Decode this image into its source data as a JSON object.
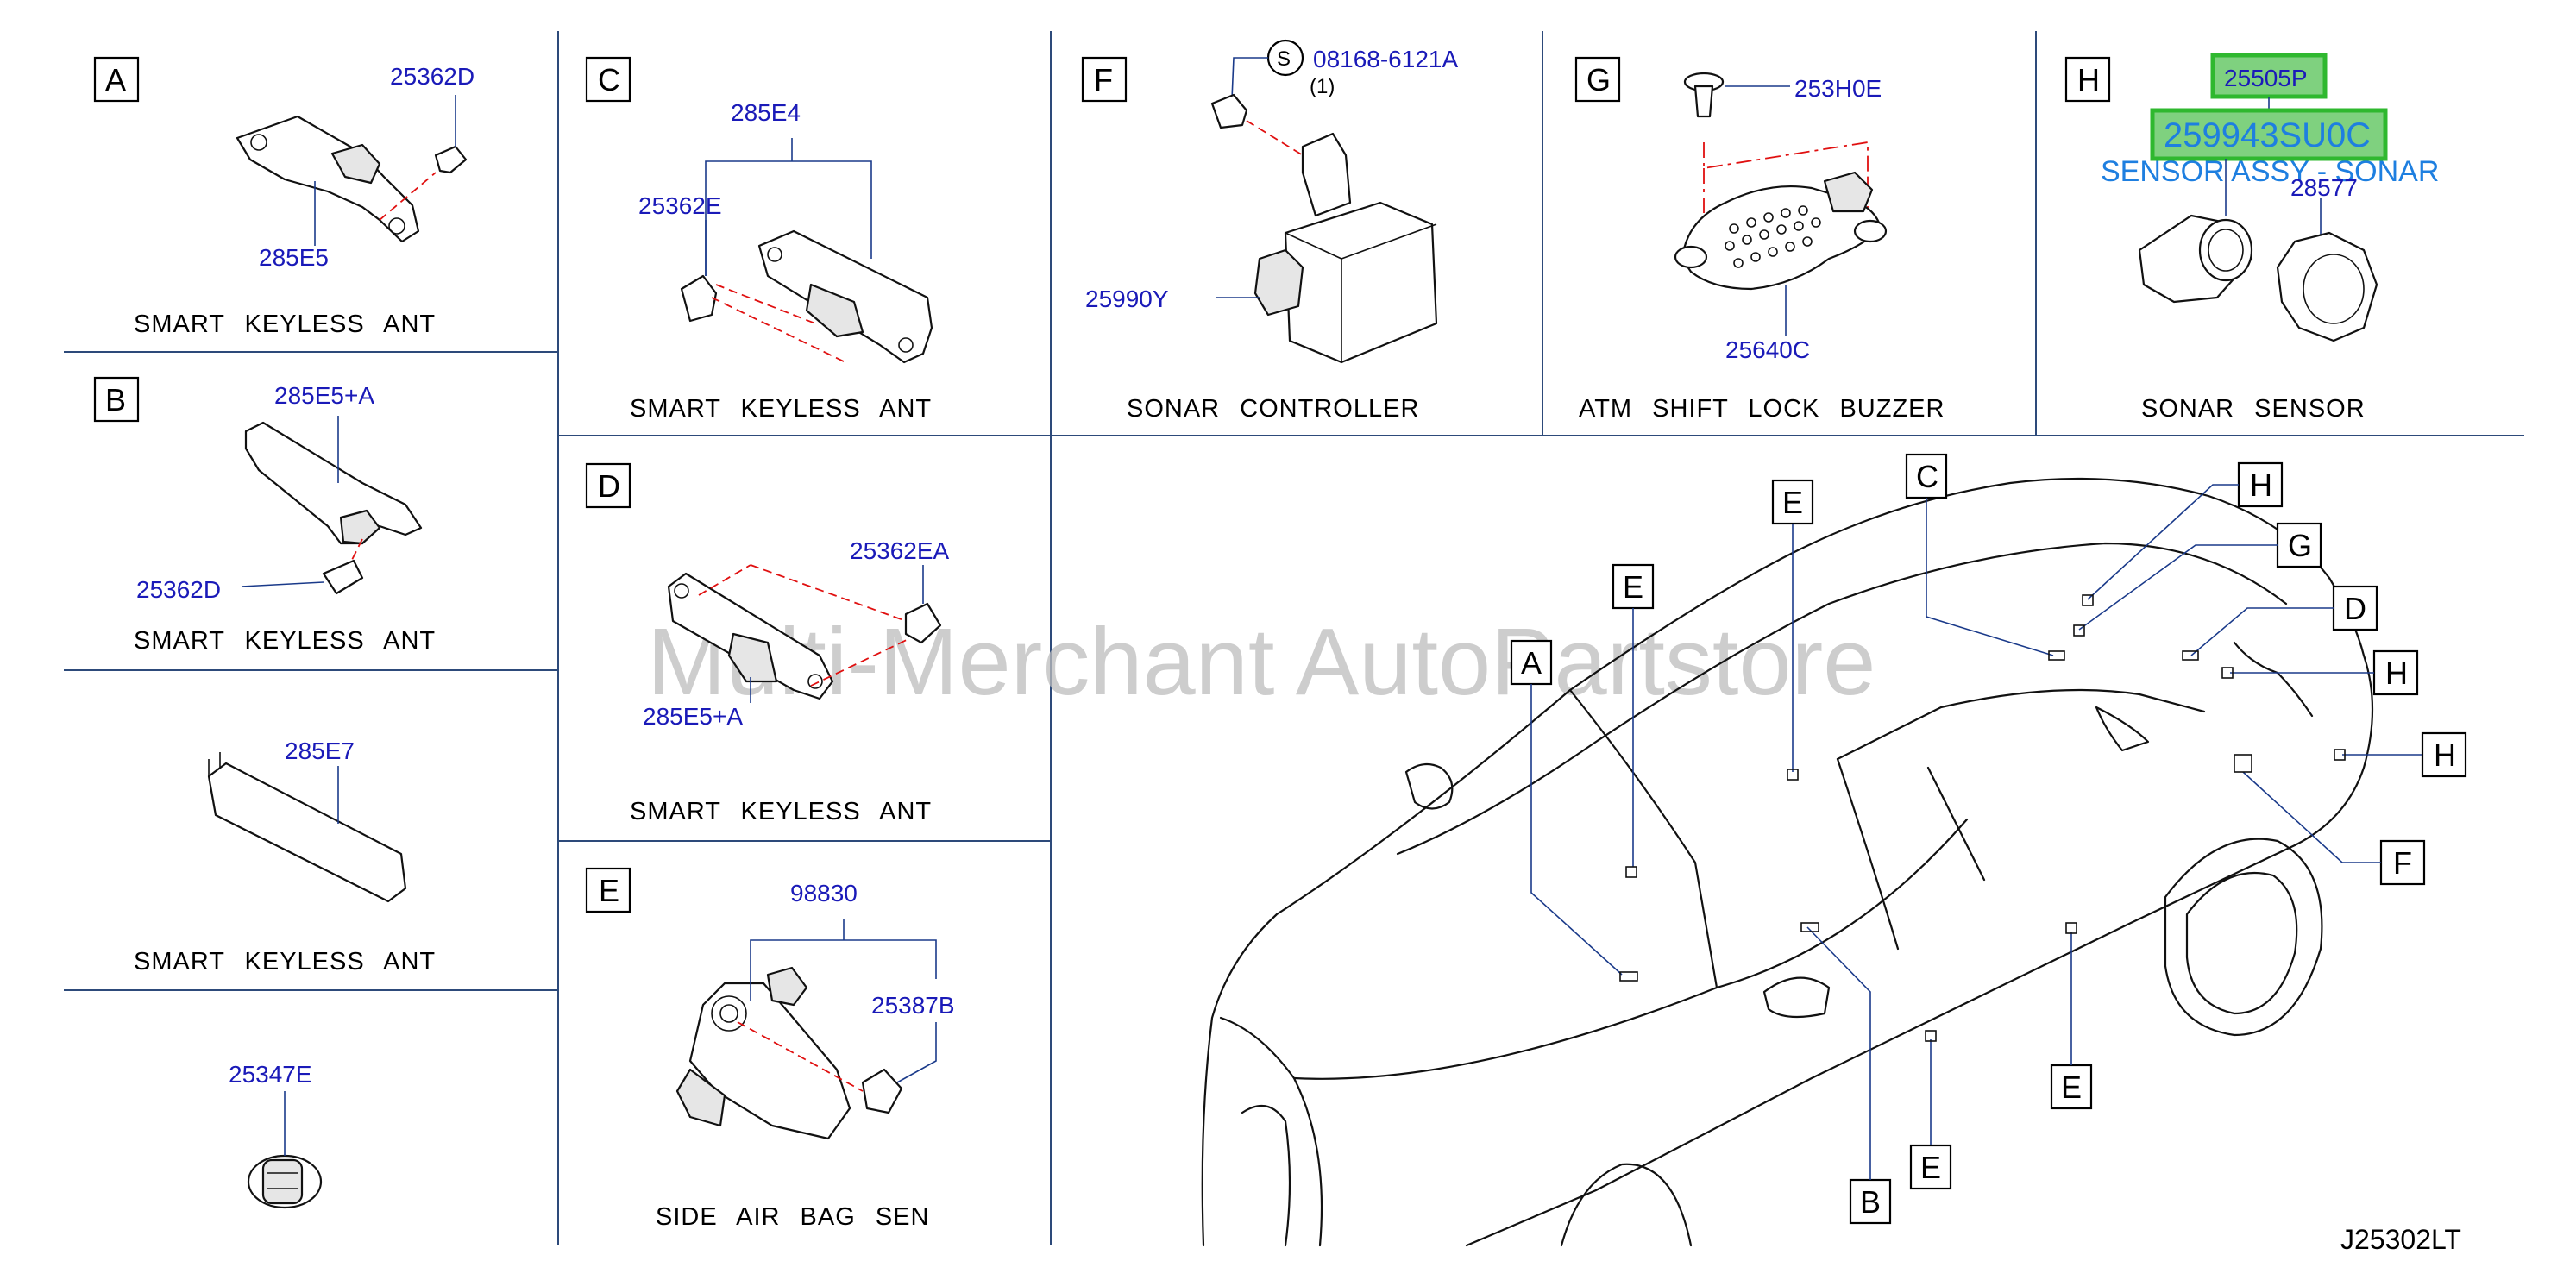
{
  "panels": {
    "A": {
      "letter": "A",
      "parts": [
        "25362D",
        "285E5"
      ],
      "caption": "SMART   KEYLESS   ANT"
    },
    "B": {
      "letter": "B",
      "parts": [
        "285E5+A",
        "25362D"
      ],
      "caption": "SMART   KEYLESS   ANT"
    },
    "B2": {
      "parts": [
        "285E7"
      ],
      "caption": "SMART   KEYLESS   ANT"
    },
    "B3": {
      "parts": [
        "25347E"
      ]
    },
    "C": {
      "letter": "C",
      "parts": [
        "285E4",
        "25362E"
      ],
      "caption": "SMART   KEYLESS   ANT"
    },
    "D": {
      "letter": "D",
      "parts": [
        "25362EA",
        "285E5+A"
      ],
      "caption": "SMART   KEYLESS   ANT"
    },
    "E": {
      "letter": "E",
      "parts": [
        "98830",
        "25387B"
      ],
      "caption": "SIDE   AIR   BAG   SEN"
    },
    "F": {
      "letter": "F",
      "symbol": "S",
      "bolt": "08168-6121A",
      "qty": "(1)",
      "parts": [
        "25990Y"
      ],
      "caption": "SONAR   CONTROLLER"
    },
    "G": {
      "letter": "G",
      "parts": [
        "253H0E",
        "25640C"
      ],
      "caption": "ATM   SHIFT   LOCK   BUZZER"
    },
    "H": {
      "letter": "H",
      "parts": [
        "25505P",
        "28577"
      ],
      "caption": "SONAR   SENSOR"
    }
  },
  "highlight": {
    "part_top": "25505P",
    "part_main": "259943SU0C",
    "description": "SENSOR ASSY - SONAR"
  },
  "callouts": [
    "E",
    "E",
    "C",
    "H",
    "G",
    "D",
    "H",
    "H",
    "F",
    "A",
    "B",
    "E",
    "E"
  ],
  "watermark": "Multi-Merchant AutoPartstore",
  "diagram_id": "J25302LT",
  "colors": {
    "part_number": "#1a1ab8",
    "leader_red": "#e01010",
    "grid": "#2d4a7a",
    "highlight_green": "#2fb82f",
    "highlight_text": "#1e7fe0"
  }
}
